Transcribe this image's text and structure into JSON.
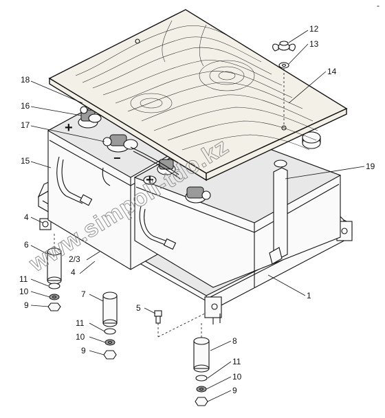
{
  "watermark": "www.simpoli-tdo.kz",
  "corner_mark": "-",
  "terminal_signs": {
    "plus_left": "+",
    "minus_left": "−",
    "plus_right": "+"
  },
  "callouts": [
    {
      "id": "c1",
      "text": "1"
    },
    {
      "id": "c2-3",
      "text": "2/3"
    },
    {
      "id": "c4a",
      "text": "4"
    },
    {
      "id": "c4b",
      "text": "4"
    },
    {
      "id": "c5",
      "text": "5"
    },
    {
      "id": "c6",
      "text": "6"
    },
    {
      "id": "c7",
      "text": "7"
    },
    {
      "id": "c8",
      "text": "8"
    },
    {
      "id": "c9a",
      "text": "9"
    },
    {
      "id": "c9b",
      "text": "9"
    },
    {
      "id": "c9c",
      "text": "9"
    },
    {
      "id": "c10a",
      "text": "10"
    },
    {
      "id": "c10b",
      "text": "10"
    },
    {
      "id": "c10c",
      "text": "10"
    },
    {
      "id": "c11a",
      "text": "11"
    },
    {
      "id": "c11b",
      "text": "11"
    },
    {
      "id": "c11c",
      "text": "11"
    },
    {
      "id": "c12",
      "text": "12"
    },
    {
      "id": "c13",
      "text": "13"
    },
    {
      "id": "c14",
      "text": "14"
    },
    {
      "id": "c15",
      "text": "15"
    },
    {
      "id": "c16",
      "text": "16"
    },
    {
      "id": "c17",
      "text": "17"
    },
    {
      "id": "c18",
      "text": "18"
    },
    {
      "id": "c19",
      "text": "19"
    }
  ]
}
